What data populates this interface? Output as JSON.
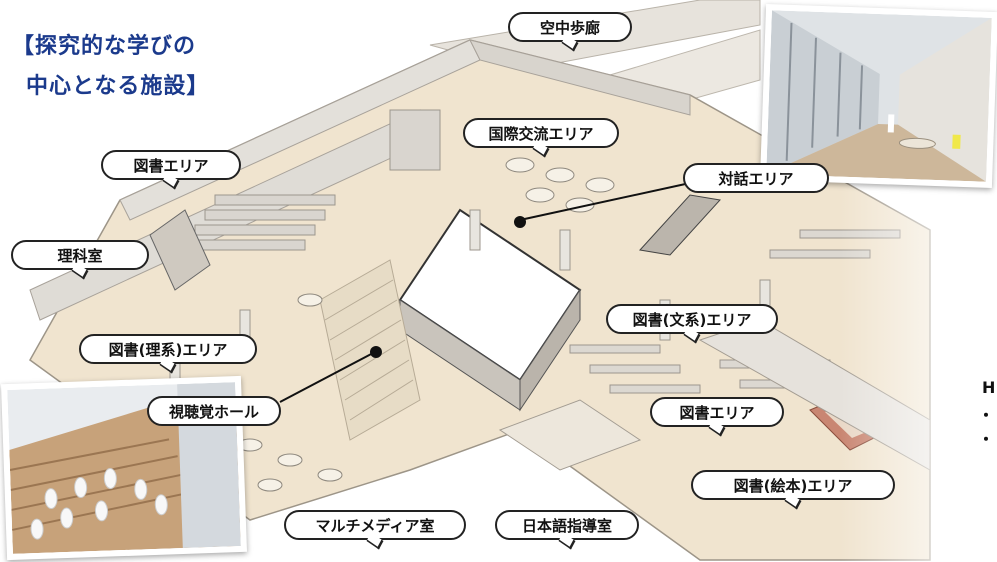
{
  "title": {
    "line1": "【探究的な学びの",
    "line2": "中心となる施設】"
  },
  "labels": {
    "skywalk": "空中歩廊",
    "international_exchange": "国際交流エリア",
    "books_area_1": "図書エリア",
    "dialogue_area": "対話エリア",
    "science_room": "理科室",
    "books_humanities": "図書(文系)エリア",
    "books_science": "図書(理系)エリア",
    "av_hall": "視聴覚ホール",
    "books_area_2": "図書エリア",
    "picture_books": "図書(絵本)エリア",
    "multimedia_room": "マルチメディア室",
    "japanese_instruction": "日本語指導室"
  },
  "edge_text": {
    "h": "H",
    "bullet1": "・",
    "bullet2": "・"
  }
}
